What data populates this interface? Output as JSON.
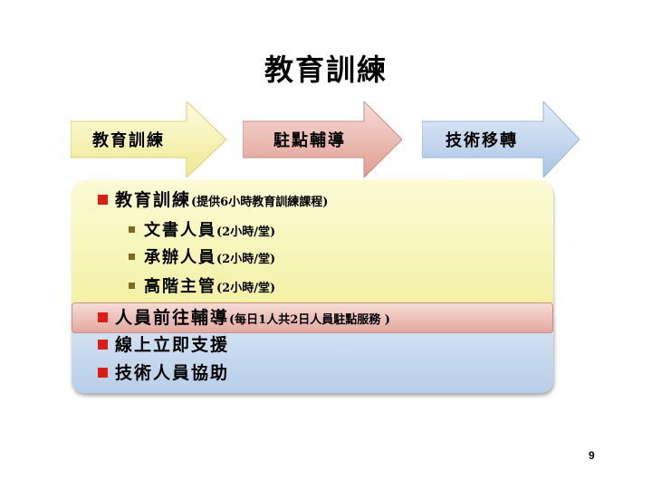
{
  "slide": {
    "title": "教育訓練",
    "page_number": "9"
  },
  "flow": [
    {
      "label": "教育訓練",
      "color": "#f7f3a6"
    },
    {
      "label": "駐點輔導",
      "color": "#e8b1a8"
    },
    {
      "label": "技術移轉",
      "color": "#bcd2ec"
    }
  ],
  "items": {
    "training": {
      "label": "教育訓練",
      "note": "(提供6小時教育訓練課程)",
      "sub": [
        {
          "label": "文書人員",
          "note": "(2小時/堂)"
        },
        {
          "label": "承辦人員",
          "note": "(2小時/堂)"
        },
        {
          "label": "高階主管",
          "note": "(2小時/堂)"
        }
      ]
    },
    "onsite": {
      "label": "人員前往輔導",
      "note": "(每日1人共2日人員駐點服務 )"
    },
    "online": {
      "label": "線上立即支援"
    },
    "tech": {
      "label": "技術人員協助"
    }
  },
  "colors": {
    "bullet_main": "#dd1d13",
    "bullet_sub": "#7a6a24",
    "panel_yellow": "#f3f0a2",
    "band_red": "#e3a89e",
    "panel_blue": "#b7cfe9"
  }
}
